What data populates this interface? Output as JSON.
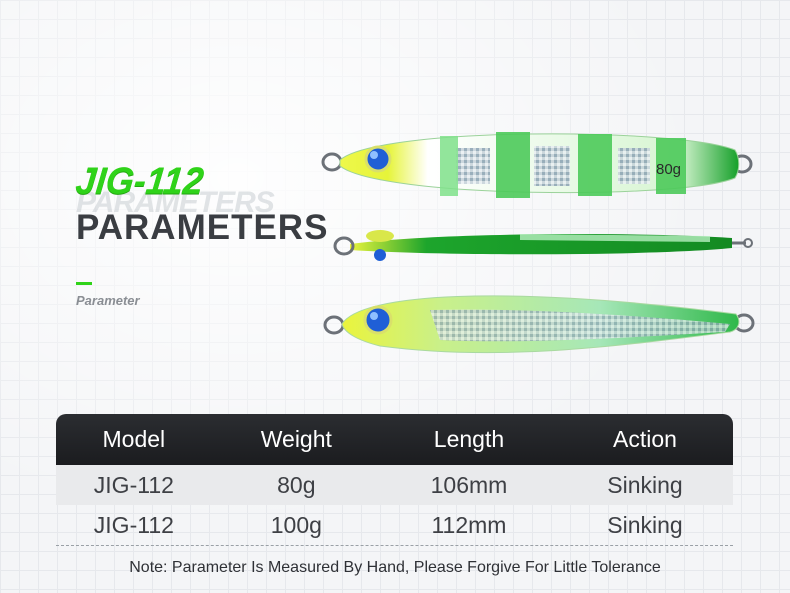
{
  "hero": {
    "product_code": "JIG-112",
    "ghost_text": "PARAMETERS",
    "heading": "PARAMETERS",
    "sub_label": "Parameter",
    "lure_weight_label": "80g"
  },
  "table": {
    "columns": [
      "Model",
      "Weight",
      "Length",
      "Action"
    ],
    "rows": [
      [
        "JIG-112",
        "80g",
        "106mm",
        "Sinking"
      ],
      [
        "JIG-112",
        "100g",
        "112mm",
        "Sinking"
      ]
    ]
  },
  "note": "Note: Parameter Is Measured By Hand, Please Forgive For Little Tolerance",
  "colors": {
    "accent_green": "#2fd319",
    "lure_yellow": "#e8f53a",
    "lure_green": "#1ea92b",
    "eye_blue": "#1f5fd6",
    "header_dark": "#232428"
  },
  "icons": [
    "lure-image-top-view",
    "lure-image-side-view",
    "lure-image-profile-view"
  ]
}
